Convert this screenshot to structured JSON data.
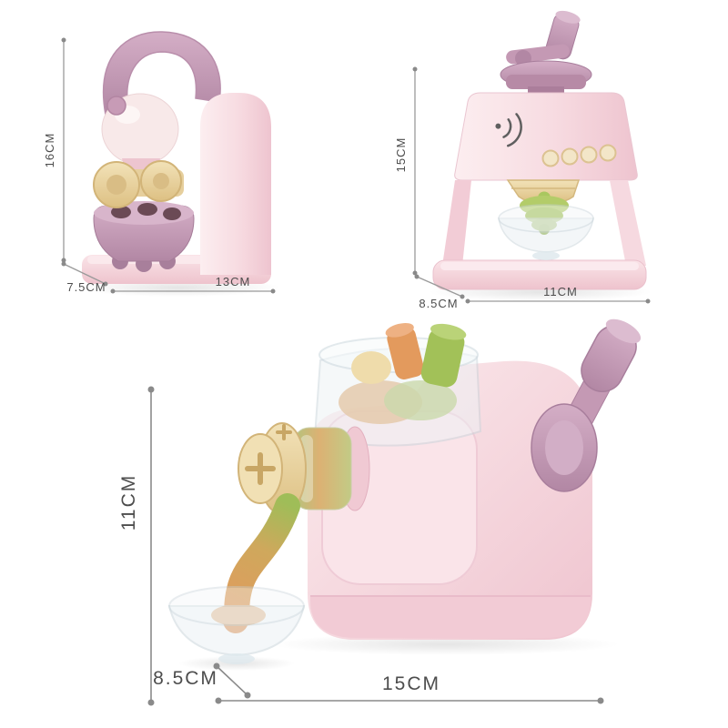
{
  "page": {
    "background": "#ffffff"
  },
  "products": [
    {
      "id": "mini-press-machine",
      "figure": "toy-coffee-press-machine",
      "dimensions": {
        "height": "16CM",
        "depth": "7.5CM",
        "width": "13CM"
      }
    },
    {
      "id": "ice-cream-machine",
      "figure": "toy-ice-cream-machine",
      "dimensions": {
        "height": "15CM",
        "depth": "8.5CM",
        "width": "11CM"
      }
    },
    {
      "id": "noodle-machine",
      "figure": "toy-noodle-machine",
      "dimensions": {
        "height": "11CM",
        "depth": "8.5CM",
        "width": "15CM"
      }
    }
  ],
  "palette": {
    "body_pink": "#f5d4dc",
    "accent_mauve": "#c9a0ba",
    "accent_cream": "#ecd8aa",
    "accent_green": "#a6c35c",
    "noodle_orange": "#e39a5d",
    "glass": "#e9eff3",
    "dimension_line": "#9a9a9a",
    "dimension_text": "#4d4d4d"
  }
}
